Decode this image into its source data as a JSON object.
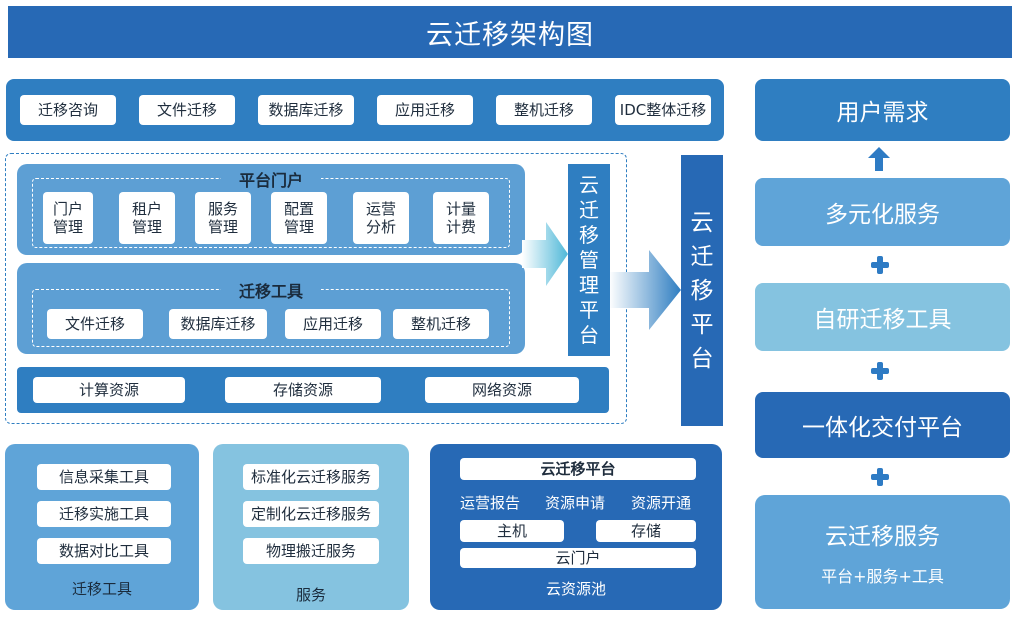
{
  "title": "云迁移架构图",
  "top_row": [
    "迁移咨询",
    "文件迁移",
    "数据库迁移",
    "应用迁移",
    "整机迁移",
    "IDC整体迁移"
  ],
  "portal": {
    "title": "平台门户",
    "items": [
      [
        "门户",
        "管理"
      ],
      [
        "租户",
        "管理"
      ],
      [
        "服务",
        "管理"
      ],
      [
        "配置",
        "管理"
      ],
      [
        "运营",
        "分析"
      ],
      [
        "计量",
        "计费"
      ]
    ]
  },
  "tools": {
    "title": "迁移工具",
    "items": [
      "文件迁移",
      "数据库迁移",
      "应用迁移",
      "整机迁移"
    ]
  },
  "resources": [
    "计算资源",
    "存储资源",
    "网络资源"
  ],
  "mgmt_platform": [
    "云",
    "迁",
    "移",
    "管",
    "理",
    "平",
    "台"
  ],
  "cloud_platform": [
    "云",
    "迁",
    "移",
    "平",
    "台"
  ],
  "bottom_tools": {
    "items": [
      "信息采集工具",
      "迁移实施工具",
      "数据对比工具"
    ],
    "label": "迁移工具"
  },
  "bottom_services": {
    "items": [
      "标准化云迁移服务",
      "定制化云迁移服务",
      "物理搬迁服务"
    ],
    "label": "服务"
  },
  "bottom_platform": {
    "title": "云迁移平台",
    "links": [
      "运营报告",
      "资源申请",
      "资源开通"
    ],
    "host": "主机",
    "storage": "存储",
    "portal": "云门户",
    "pool": "云资源池"
  },
  "right_stack": {
    "user_needs": "用户需求",
    "diversified": "多元化服务",
    "self_tools": "自研迁移工具",
    "delivery": "一体化交付平台",
    "service": "云迁移服务",
    "service_sub": "平台+服务+工具"
  },
  "colors": {
    "dark": "#2769b5",
    "mid": "#2f7ec1",
    "light": "#6aaad9",
    "lighter": "#85c3e0",
    "pale": "#9fcfe8"
  }
}
